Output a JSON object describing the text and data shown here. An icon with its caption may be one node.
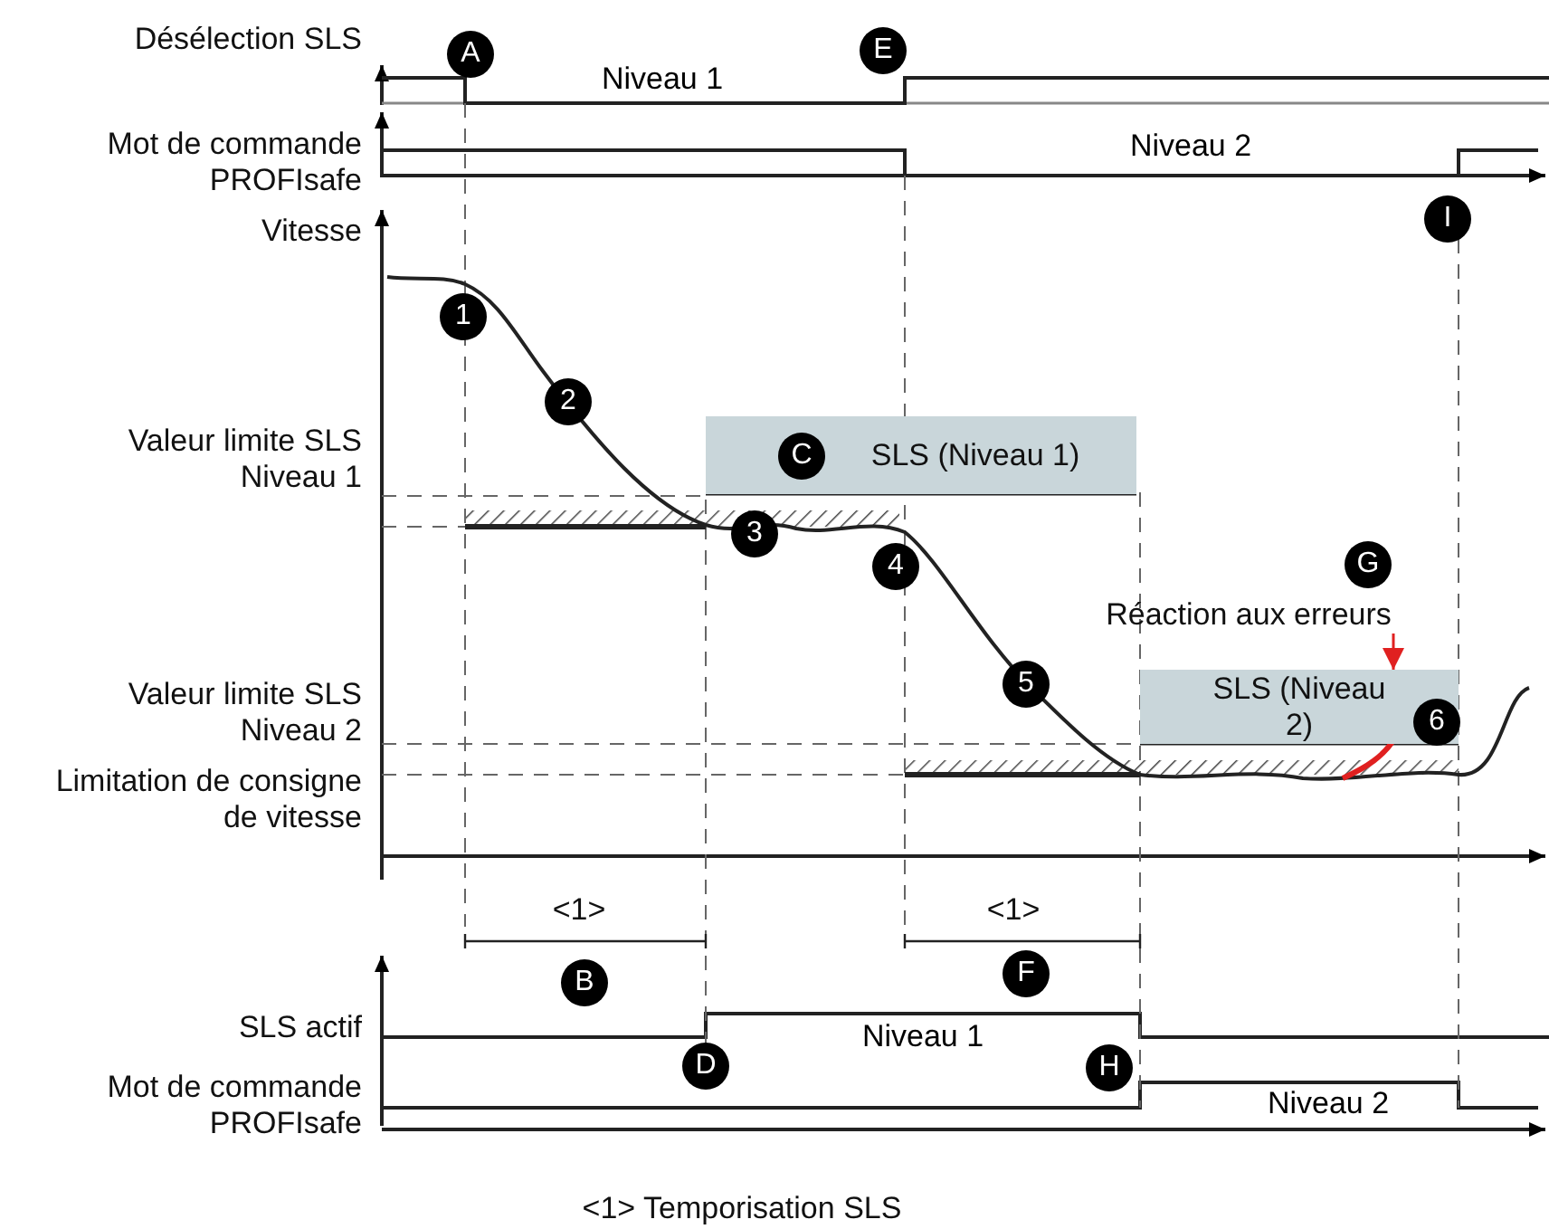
{
  "diagram": {
    "nodes": [
      {
        "text": [
          "SLS (Niveau 1)"
        ]
      },
      {
        "text": [
          "SLS (Niveau 2)"
        ]
      },
      {
        "text": [
          "Réaction aux erreurs"
        ]
      }
    ],
    "edges": [
      {
        "from": 2,
        "to": 1,
        "arrow": "to",
        "color": "#e02020"
      }
    ],
    "labels": [
      "Désélection SLS",
      "A",
      "E",
      "Niveau 1",
      "Mot de commande PROFIsafe",
      "Niveau 2",
      "Vitesse",
      "I",
      "1",
      "2",
      "Valeur limite SLS Niveau 1",
      "C",
      "3",
      "4",
      "G",
      "5",
      "Valeur limite SLS Niveau 2",
      "6",
      "Limitation de consigne de vitesse",
      "<1>",
      "<1>",
      "B",
      "F",
      "SLS actif",
      "Niveau 1",
      "D",
      "H",
      "Mot de commande PROFIsafe",
      "Niveau 2",
      "<1> Temporisation SLS"
    ]
  }
}
